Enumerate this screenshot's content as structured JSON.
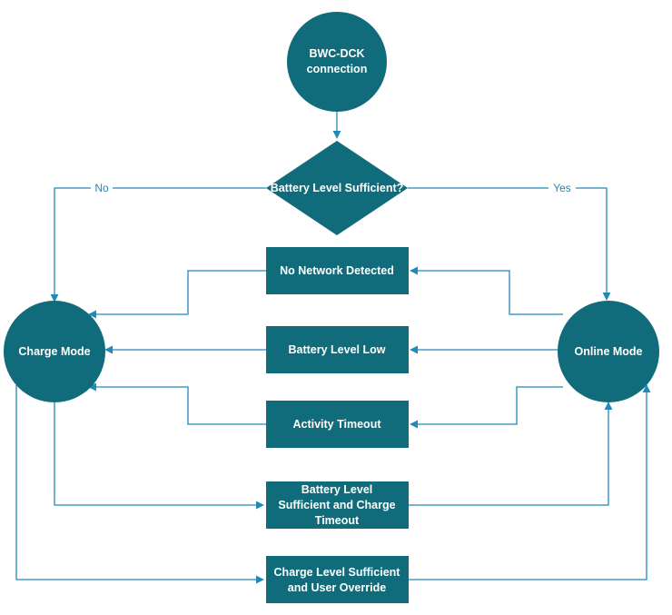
{
  "colors": {
    "node_fill": "#106b7a",
    "edge": "#1f8ab8",
    "label": "#1f8ab8",
    "text": "#ffffff"
  },
  "nodes": {
    "start": {
      "lines": [
        "BWC-DCK",
        "connection"
      ]
    },
    "decision": {
      "lines": [
        "Battery Level Sufficient?"
      ]
    },
    "no_network": {
      "lines": [
        "No Network Detected"
      ]
    },
    "battery_low": {
      "lines": [
        "Battery Level Low"
      ]
    },
    "activity_timeout": {
      "lines": [
        "Activity Timeout"
      ]
    },
    "charge_timeout": {
      "lines": [
        "Battery Level",
        "Sufficient  and Charge",
        "Timeout"
      ]
    },
    "user_override": {
      "lines": [
        "Charge Level Sufficient",
        "and User Override"
      ]
    },
    "charge_mode": {
      "lines": [
        "Charge Mode"
      ]
    },
    "online_mode": {
      "lines": [
        "Online Mode"
      ]
    }
  },
  "edges": {
    "no_label": "No",
    "yes_label": "Yes"
  }
}
